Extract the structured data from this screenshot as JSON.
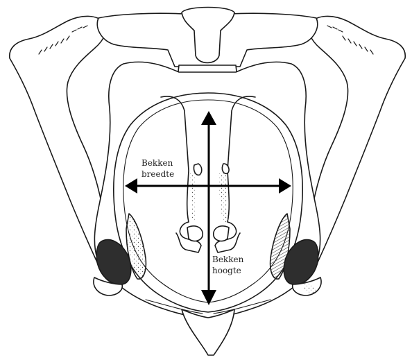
{
  "labels": {
    "width": {
      "line1": "Bekken",
      "line2": "breedte"
    },
    "height": {
      "line1": "Bekken",
      "line2": "hoogte"
    }
  },
  "colors": {
    "ink": "#1a1a1a",
    "bone_fill": "#ffffff",
    "shade": "#333333",
    "arrow": "#000000"
  },
  "icons": {
    "width_arrow": "double-headed-horizontal-arrow",
    "height_arrow": "double-headed-vertical-arrow"
  }
}
